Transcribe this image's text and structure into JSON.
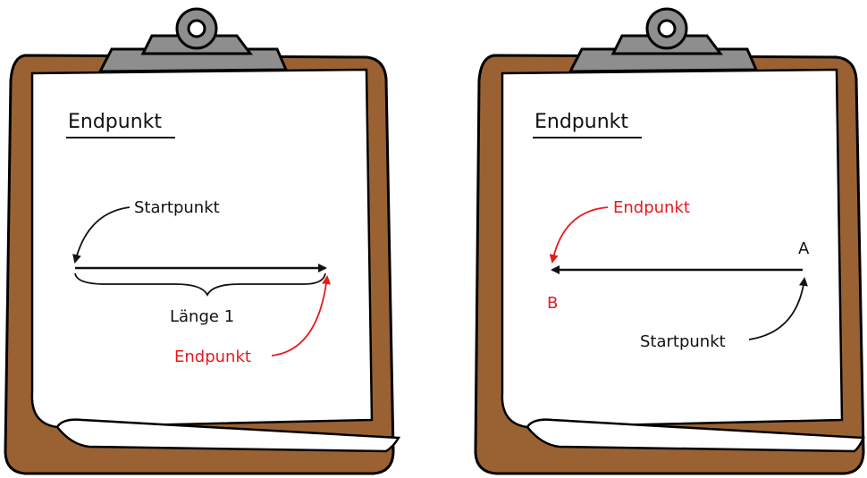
{
  "colors": {
    "board": "#9a6233",
    "board_outline": "#000000",
    "paper": "#ffffff",
    "clip": "#8e8e8e",
    "clip_dark": "#5a5a5a",
    "ink": "#111111",
    "accent": "#e8191d"
  },
  "left_board": {
    "heading": "Endpunkt",
    "start_label": "Startpunkt",
    "length_label": "Länge 1",
    "end_label": "Endpunkt"
  },
  "right_board": {
    "heading": "Endpunkt",
    "end_label": "Endpunkt",
    "point_a": "A",
    "point_b": "B",
    "start_label": "Startpunkt"
  }
}
